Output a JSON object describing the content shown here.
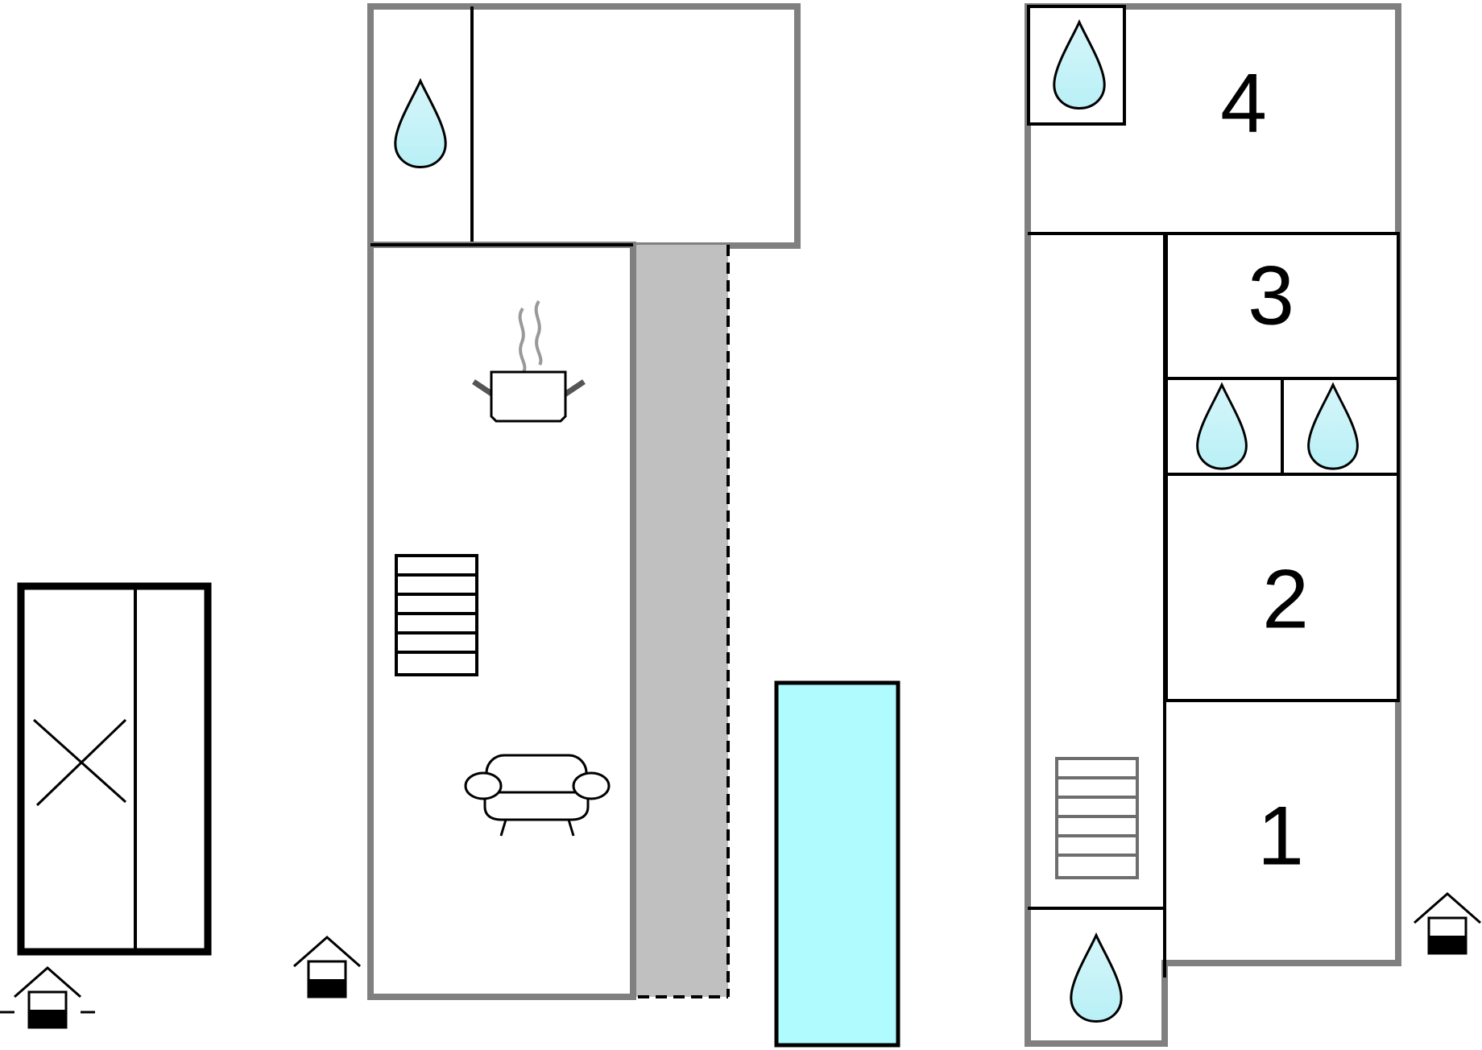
{
  "floorplan": {
    "room_numbers": [
      "4",
      "3",
      "2",
      "1"
    ],
    "colors": {
      "wall": "#808080",
      "line": "#000000",
      "water": "#cef4f8",
      "pool": "#b0fbfd",
      "terrace": "#c0c0c0"
    },
    "icons": {
      "bathroom": "water-drop-icon",
      "kitchen": "cooking-pot-icon",
      "stairs": "stairs-icon",
      "living": "sofa-icon",
      "entrance": "house-entrance-icon",
      "carport": "crossed-box-icon",
      "pool": "swimming-pool"
    }
  }
}
